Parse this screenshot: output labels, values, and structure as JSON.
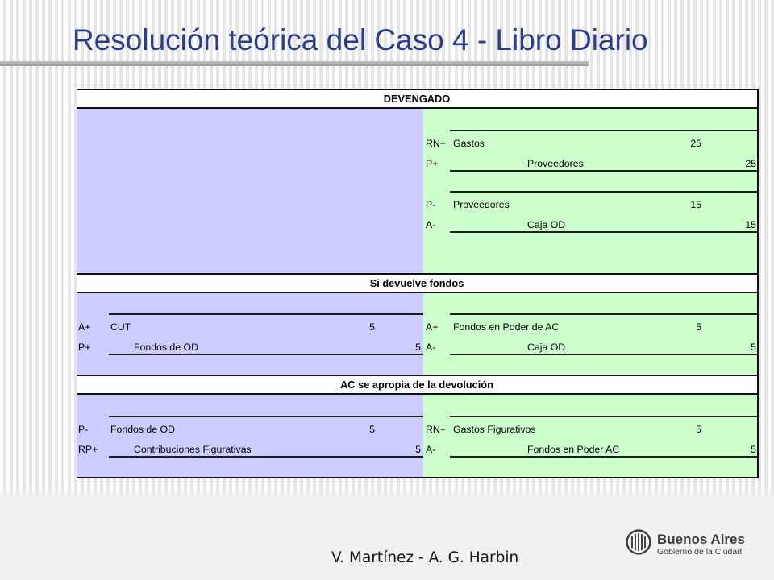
{
  "title": "Resolución teórica del Caso 4 - Libro Diario",
  "ledger": {
    "sections": [
      {
        "heading": "DEVENGADO",
        "left_entries": [],
        "right_entries": [
          {
            "lines": [
              {
                "code": "RN+",
                "account": "Gastos",
                "debit": 25
              },
              {
                "code": "P+",
                "account": "Proveedores",
                "credit": 25
              }
            ]
          },
          {
            "lines": [
              {
                "code": "P-",
                "account": "Proveedores",
                "debit": 15
              },
              {
                "code": "A-",
                "account": "Caja OD",
                "credit": 15
              }
            ]
          }
        ]
      },
      {
        "heading": "Si devuelve fondos",
        "left_entries": [
          {
            "lines": [
              {
                "code": "A+",
                "account": "CUT",
                "debit": 5
              },
              {
                "code": "P+",
                "account": "Fondos de OD",
                "credit": 5
              }
            ]
          }
        ],
        "right_entries": [
          {
            "lines": [
              {
                "code": "A+",
                "account": "Fondos en Poder de AC",
                "debit": 5
              },
              {
                "code": "A-",
                "account": "Caja OD",
                "credit": 5
              }
            ]
          }
        ]
      },
      {
        "heading": "AC se apropia de la devolución",
        "left_entries": [
          {
            "lines": [
              {
                "code": "P-",
                "account": "Fondos de OD",
                "debit": 5
              },
              {
                "code": "RP+",
                "account": "Contribuciones Figurativas",
                "credit": 5
              }
            ]
          }
        ],
        "right_entries": [
          {
            "lines": [
              {
                "code": "RN+",
                "account": "Gastos Figurativos",
                "debit": 5
              },
              {
                "code": "A-",
                "account": "Fondos en Poder AC",
                "credit": 5
              }
            ]
          }
        ]
      }
    ]
  },
  "footer": {
    "authors": "V. Martínez - A. G. Harbin"
  },
  "logo": {
    "name": "Buenos Aires",
    "subtitle": "Gobierno de la Ciudad",
    "emblem_icon": "buenos-aires-emblem-icon"
  },
  "colors": {
    "title": "#2b3d8f",
    "left_panel": "#ccccff",
    "right_panel": "#ccffcc"
  }
}
